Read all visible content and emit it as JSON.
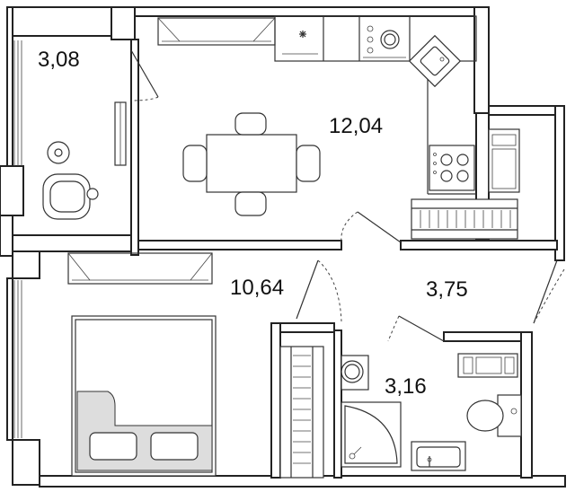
{
  "rooms": [
    {
      "id": "loggia",
      "area": "3,08"
    },
    {
      "id": "kitchen-living",
      "area": "12,04"
    },
    {
      "id": "bedroom",
      "area": "10,64"
    },
    {
      "id": "hallway",
      "area": "3,75"
    },
    {
      "id": "bathroom",
      "area": "3,16"
    }
  ],
  "colors": {
    "wall": "#222222",
    "background": "#ffffff",
    "bed_shade": "#dddddd"
  }
}
